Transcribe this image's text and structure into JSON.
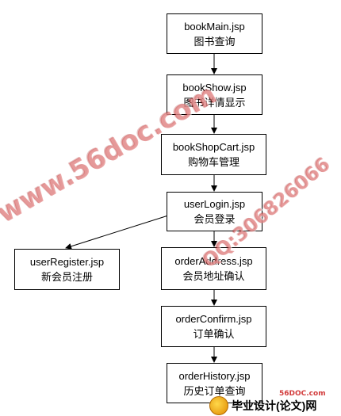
{
  "nodes": [
    {
      "id": "book-main",
      "file": "bookMain.jsp",
      "desc": "图书查询"
    },
    {
      "id": "book-show",
      "file": "bookShow.jsp",
      "desc": "图书详情显示"
    },
    {
      "id": "book-shopcart",
      "file": "bookShopCart.jsp",
      "desc": "购物车管理"
    },
    {
      "id": "user-login",
      "file": "userLogin.jsp",
      "desc": "会员登录"
    },
    {
      "id": "user-register",
      "file": "userRegister.jsp",
      "desc": "新会员注册"
    },
    {
      "id": "order-address",
      "file": "orderAddress.jsp",
      "desc": "会员地址确认"
    },
    {
      "id": "order-confirm",
      "file": "orderConfirm.jsp",
      "desc": "订单确认"
    },
    {
      "id": "order-history",
      "file": "orderHistory.jsp",
      "desc": "历史订单查询"
    }
  ],
  "edges": [
    {
      "from": "book-main",
      "to": "book-show"
    },
    {
      "from": "book-show",
      "to": "book-shopcart"
    },
    {
      "from": "book-shopcart",
      "to": "user-login"
    },
    {
      "from": "user-login",
      "to": "user-register"
    },
    {
      "from": "user-login",
      "to": "order-address"
    },
    {
      "from": "order-address",
      "to": "order-confirm"
    },
    {
      "from": "order-confirm",
      "to": "order-history"
    }
  ],
  "watermark": {
    "site_text": "www.56doc.com",
    "qq_text": "QQ:306826066",
    "corner_site": "56DOC.com",
    "logo_text": "毕业设计(论文)网"
  }
}
